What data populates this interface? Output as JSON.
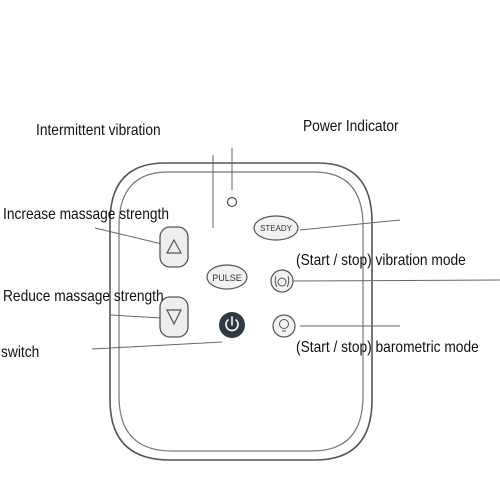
{
  "labels": {
    "intermittent_vibration": "Intermittent vibration",
    "power_indicator": "Power Indicator",
    "increase_strength": "Increase  massage strength",
    "reduce_strength": "Reduce massage strength",
    "switch": "switch",
    "vibration_mode": "(Start / stop) vibration mode",
    "barometric_mode": "(Start / stop) barometric mode"
  },
  "buttons": {
    "steady": "STEADY",
    "pulse": "PULSE"
  },
  "colors": {
    "outline": "#555555",
    "leader": "#666666",
    "text": "#111111",
    "power_button": "#2f3a42"
  },
  "icons": {
    "up": "triangle-up-icon",
    "down": "triangle-down-icon",
    "power": "power-icon",
    "vibration": "vibration-icon",
    "barometric": "barometric-icon"
  }
}
